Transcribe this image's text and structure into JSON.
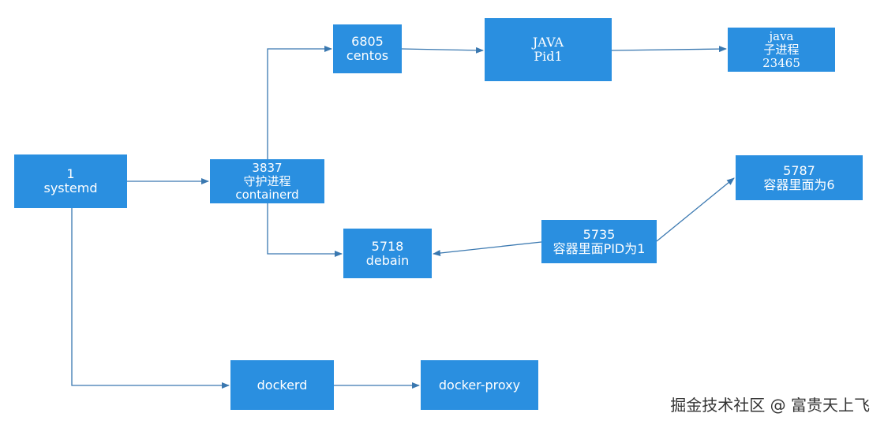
{
  "nodes": {
    "systemd": {
      "line1": "1",
      "line2": "systemd"
    },
    "containerd": {
      "line1": "3837",
      "line2": "守护进程",
      "line3": "containerd"
    },
    "centos": {
      "line1": "6805",
      "line2": "centos"
    },
    "java_pid1": {
      "line1": "JAVA",
      "line2": "Pid1"
    },
    "java_child": {
      "line1": "java",
      "line2": "子进程",
      "line3": "23465"
    },
    "container_pid6": {
      "line1": "5787",
      "line2": "容器里面为6"
    },
    "container_pid1": {
      "line1": "5735",
      "line2": "容器里面PID为1"
    },
    "debain": {
      "line1": "5718",
      "line2": "debain"
    },
    "dockerd": {
      "line1": "dockerd"
    },
    "docker_proxy": {
      "line1": "docker-proxy"
    }
  },
  "watermark": "掘金技术社区 @ 富贵天上飞",
  "colors": {
    "node_fill": "#2a8fe0",
    "edge": "#3a78b0",
    "text": "#ffffff"
  }
}
